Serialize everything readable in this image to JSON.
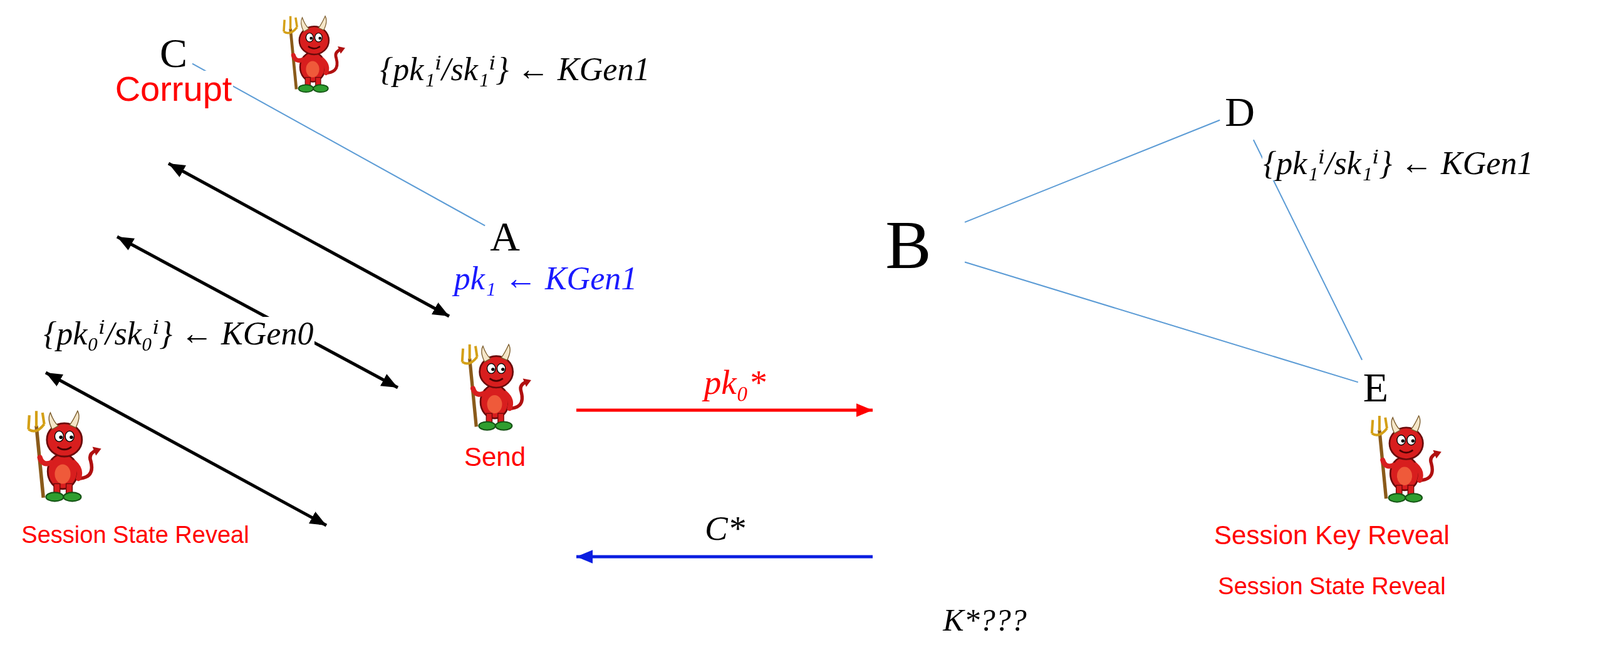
{
  "diagram": {
    "nodes": [
      {
        "text": [
          "C"
        ]
      },
      {
        "text": [
          "A"
        ]
      },
      {
        "text": [
          "Send"
        ]
      },
      {
        "text": [
          "B"
        ]
      },
      {
        "text": [
          "D"
        ]
      },
      {
        "text": [
          "E"
        ]
      }
    ],
    "edges": [
      {
        "from": 0,
        "to": 1,
        "arrow": "none"
      },
      {
        "from": 2,
        "to": 3,
        "label": "pk₀*",
        "arrow": "to"
      },
      {
        "from": 3,
        "to": 2,
        "label": "C*",
        "arrow": "to"
      },
      {
        "from": 3,
        "to": 4,
        "arrow": "none"
      },
      {
        "from": 3,
        "to": 5,
        "arrow": "none"
      },
      {
        "from": 4,
        "to": 5,
        "arrow": "none"
      }
    ],
    "labels": [
      "Corrupt",
      "{pk₁ⁱ/sk₁ⁱ} ← KGen1",
      "pk₁ ← KGen1",
      "{pk₀ⁱ/sk₀ⁱ} ← KGen0",
      "Session State Reveal",
      "{pk₁ⁱ/sk₁ⁱ} ← KGen1",
      "Session Key Reveal",
      "Session State Reveal",
      "K*???"
    ]
  }
}
